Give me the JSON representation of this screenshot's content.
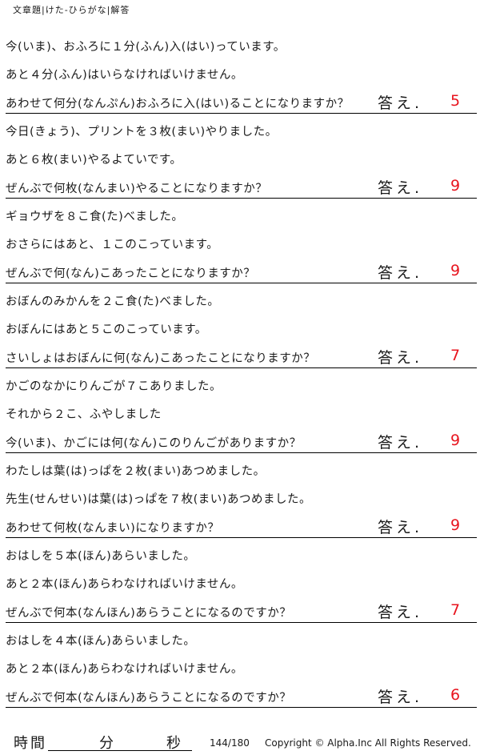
{
  "header": {
    "title": "文章題|けた-ひらがな|解答"
  },
  "answer_label": "答え.",
  "answer_color": "#e8141e",
  "problems": [
    {
      "lines": [
        "今(いま)、おふろに１分(ふん)入(はい)っています。",
        "あと４分(ふん)はいらなければいけません。",
        "あわせて何分(なんぷん)おふろに入(はい)ることになりますか？"
      ],
      "answer": "5"
    },
    {
      "lines": [
        "今日(きょう)、プリントを３枚(まい)やりました。",
        "あと６枚(まい)やるよていです。",
        "ぜんぶで何枚(なんまい)やることになりますか？"
      ],
      "answer": "9"
    },
    {
      "lines": [
        "ギョウザを８こ食(た)べました。",
        "おさらにはあと、１このこっています。",
        "ぜんぶで何(なん)こあったことになりますか？"
      ],
      "answer": "9"
    },
    {
      "lines": [
        "おぼんのみかんを２こ食(た)べました。",
        "おぼんにはあと５このこっています。",
        "さいしょはおぼんに何(なん)こあったことになりますか？"
      ],
      "answer": "7"
    },
    {
      "lines": [
        "かごのなかにりんごが７こありました。",
        "それから２こ、ふやしました",
        "今(いま)、かごには何(なん)このりんごがありますか？"
      ],
      "answer": "9"
    },
    {
      "lines": [
        "わたしは葉(は)っぱを２枚(まい)あつめました。",
        "先生(せんせい)は葉(は)っぱを７枚(まい)あつめました。",
        "あわせて何枚(なんまい)になりますか？"
      ],
      "answer": "9"
    },
    {
      "lines": [
        "おはしを５本(ほん)あらいました。",
        "あと２本(ほん)あらわなければいけません。",
        "ぜんぶで何本(なんほん)あらうことになるのですか？"
      ],
      "answer": "7"
    },
    {
      "lines": [
        "おはしを４本(ほん)あらいました。",
        "あと２本(ほん)あらわなければいけません。",
        "ぜんぶで何本(なんほん)あらうことになるのですか？"
      ],
      "answer": "6"
    }
  ],
  "footer": {
    "time_label": "時間",
    "minutes_label": "分",
    "seconds_label": "秒",
    "page_number": "144/180",
    "copyright": "Copyright © Alpha.Inc All Rights Reserved."
  }
}
